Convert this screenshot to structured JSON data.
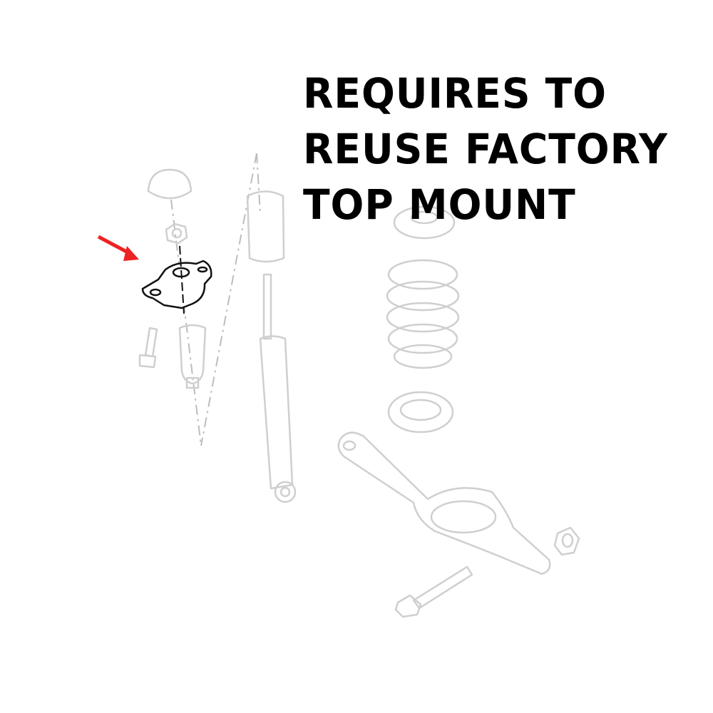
{
  "caption": {
    "lines": [
      "REQUIRES TO",
      "REUSE FACTORY",
      "TOP MOUNT"
    ]
  },
  "colors": {
    "arrow": "#ee2222",
    "highlighted_part": "#111111",
    "faded_parts": "#cfcfcf"
  },
  "highlighted_part": "top-mount"
}
